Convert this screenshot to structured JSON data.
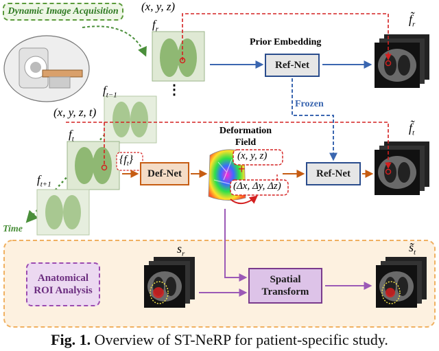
{
  "acquisition": {
    "title": "Dynamic Image Acquisition",
    "time_label": "Time"
  },
  "coords": {
    "xyz_top": "(x, y, z)",
    "xyzt": "(x, y, z, t)",
    "xyz_field": "(x, y, z)",
    "delta": "(Δx, Δy, Δz)"
  },
  "frames": {
    "f_r": "f",
    "f_r_sub": "r",
    "f_t1": "f",
    "f_t1_sub": "t−1",
    "f_t": "f",
    "f_t_sub": "t",
    "f_tp1": "f",
    "f_tp1_sub": "t+1",
    "dots": "⋮",
    "set_ft": "{f",
    "set_ft_sub": "t",
    "set_close": "}"
  },
  "outputs": {
    "fr_tilde": "f̃",
    "fr_tilde_sub": "r",
    "ft_tilde": "f̃",
    "ft_tilde_sub": "t",
    "s_r": "s",
    "s_r_sub": "r",
    "st_tilde": "s̃",
    "st_tilde_sub": "t"
  },
  "nodes": {
    "prior_embedding": "Prior Embedding",
    "ref_net_top": "Ref-Net",
    "frozen": "Frozen",
    "deformation_field_1": "Deformation",
    "deformation_field_2": "Field",
    "def_net": "Def-Net",
    "ref_net_mid": "Ref-Net",
    "roi_1": "Anatomical",
    "roi_2": "ROI Analysis",
    "spatial_1": "Spatial",
    "spatial_2": "Transform"
  },
  "caption": {
    "prefix": "Fig. 1.",
    "text": " Overview of ST-NeRP for patient-specific study."
  },
  "colors": {
    "red": "#d42020",
    "blue": "#3a66b0",
    "orange": "#c65c12",
    "purple": "#9b59b6",
    "green": "#4a8f3a",
    "bottom_panel": "#fdf1e0",
    "bottom_border": "#f0b060"
  }
}
